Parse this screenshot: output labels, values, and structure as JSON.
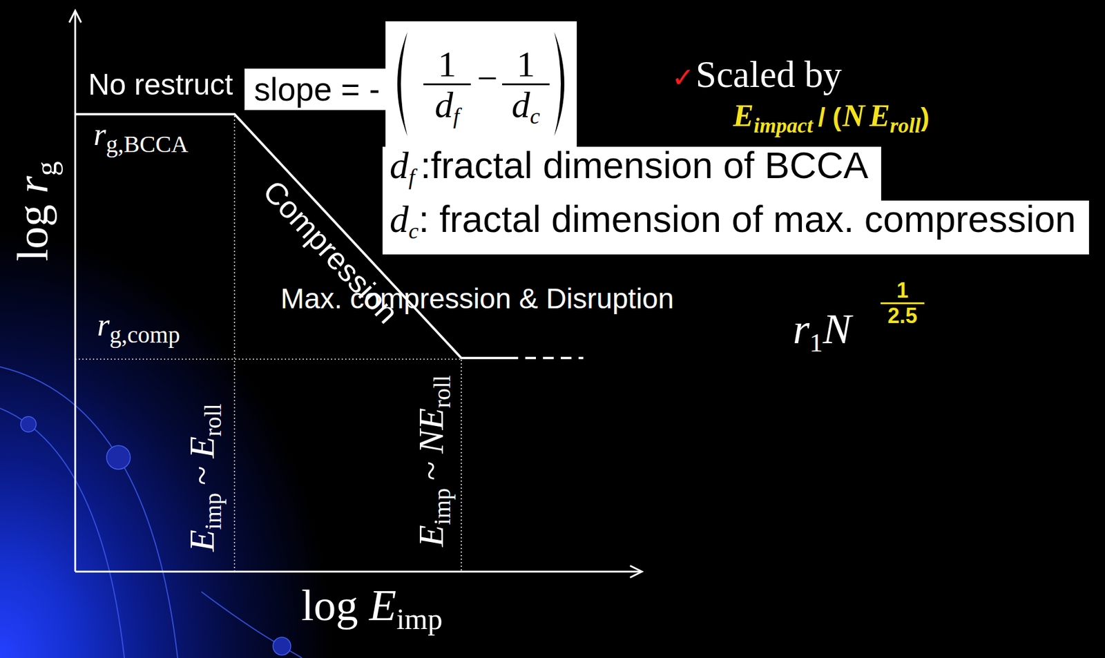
{
  "diagram": {
    "nodes": [
      {
        "text": [
          "slope = -",
          "1",
          "d",
          "f",
          "−",
          "1",
          "d",
          "c"
        ]
      },
      {
        "text": [
          "d",
          "f",
          ":fractal dimension of BCCA"
        ]
      },
      {
        "text": [
          "d",
          "c",
          ": fractal dimension of max. compression"
        ]
      }
    ],
    "labels": [
      "No restruct",
      "r",
      "g,BCCA",
      "Compression",
      "Max. compression & Disruption",
      "r",
      "g,comp",
      "E",
      "imp",
      "~",
      "E",
      "roll",
      "E",
      "imp",
      "~",
      "NE",
      "roll",
      "log",
      "r",
      "g",
      "log",
      "E",
      "imp",
      "✓",
      "Scaled by",
      "E",
      "impact",
      "/ (",
      "N",
      "E",
      "roll",
      ")",
      "r",
      "1",
      "N",
      "1",
      "2.5"
    ]
  }
}
